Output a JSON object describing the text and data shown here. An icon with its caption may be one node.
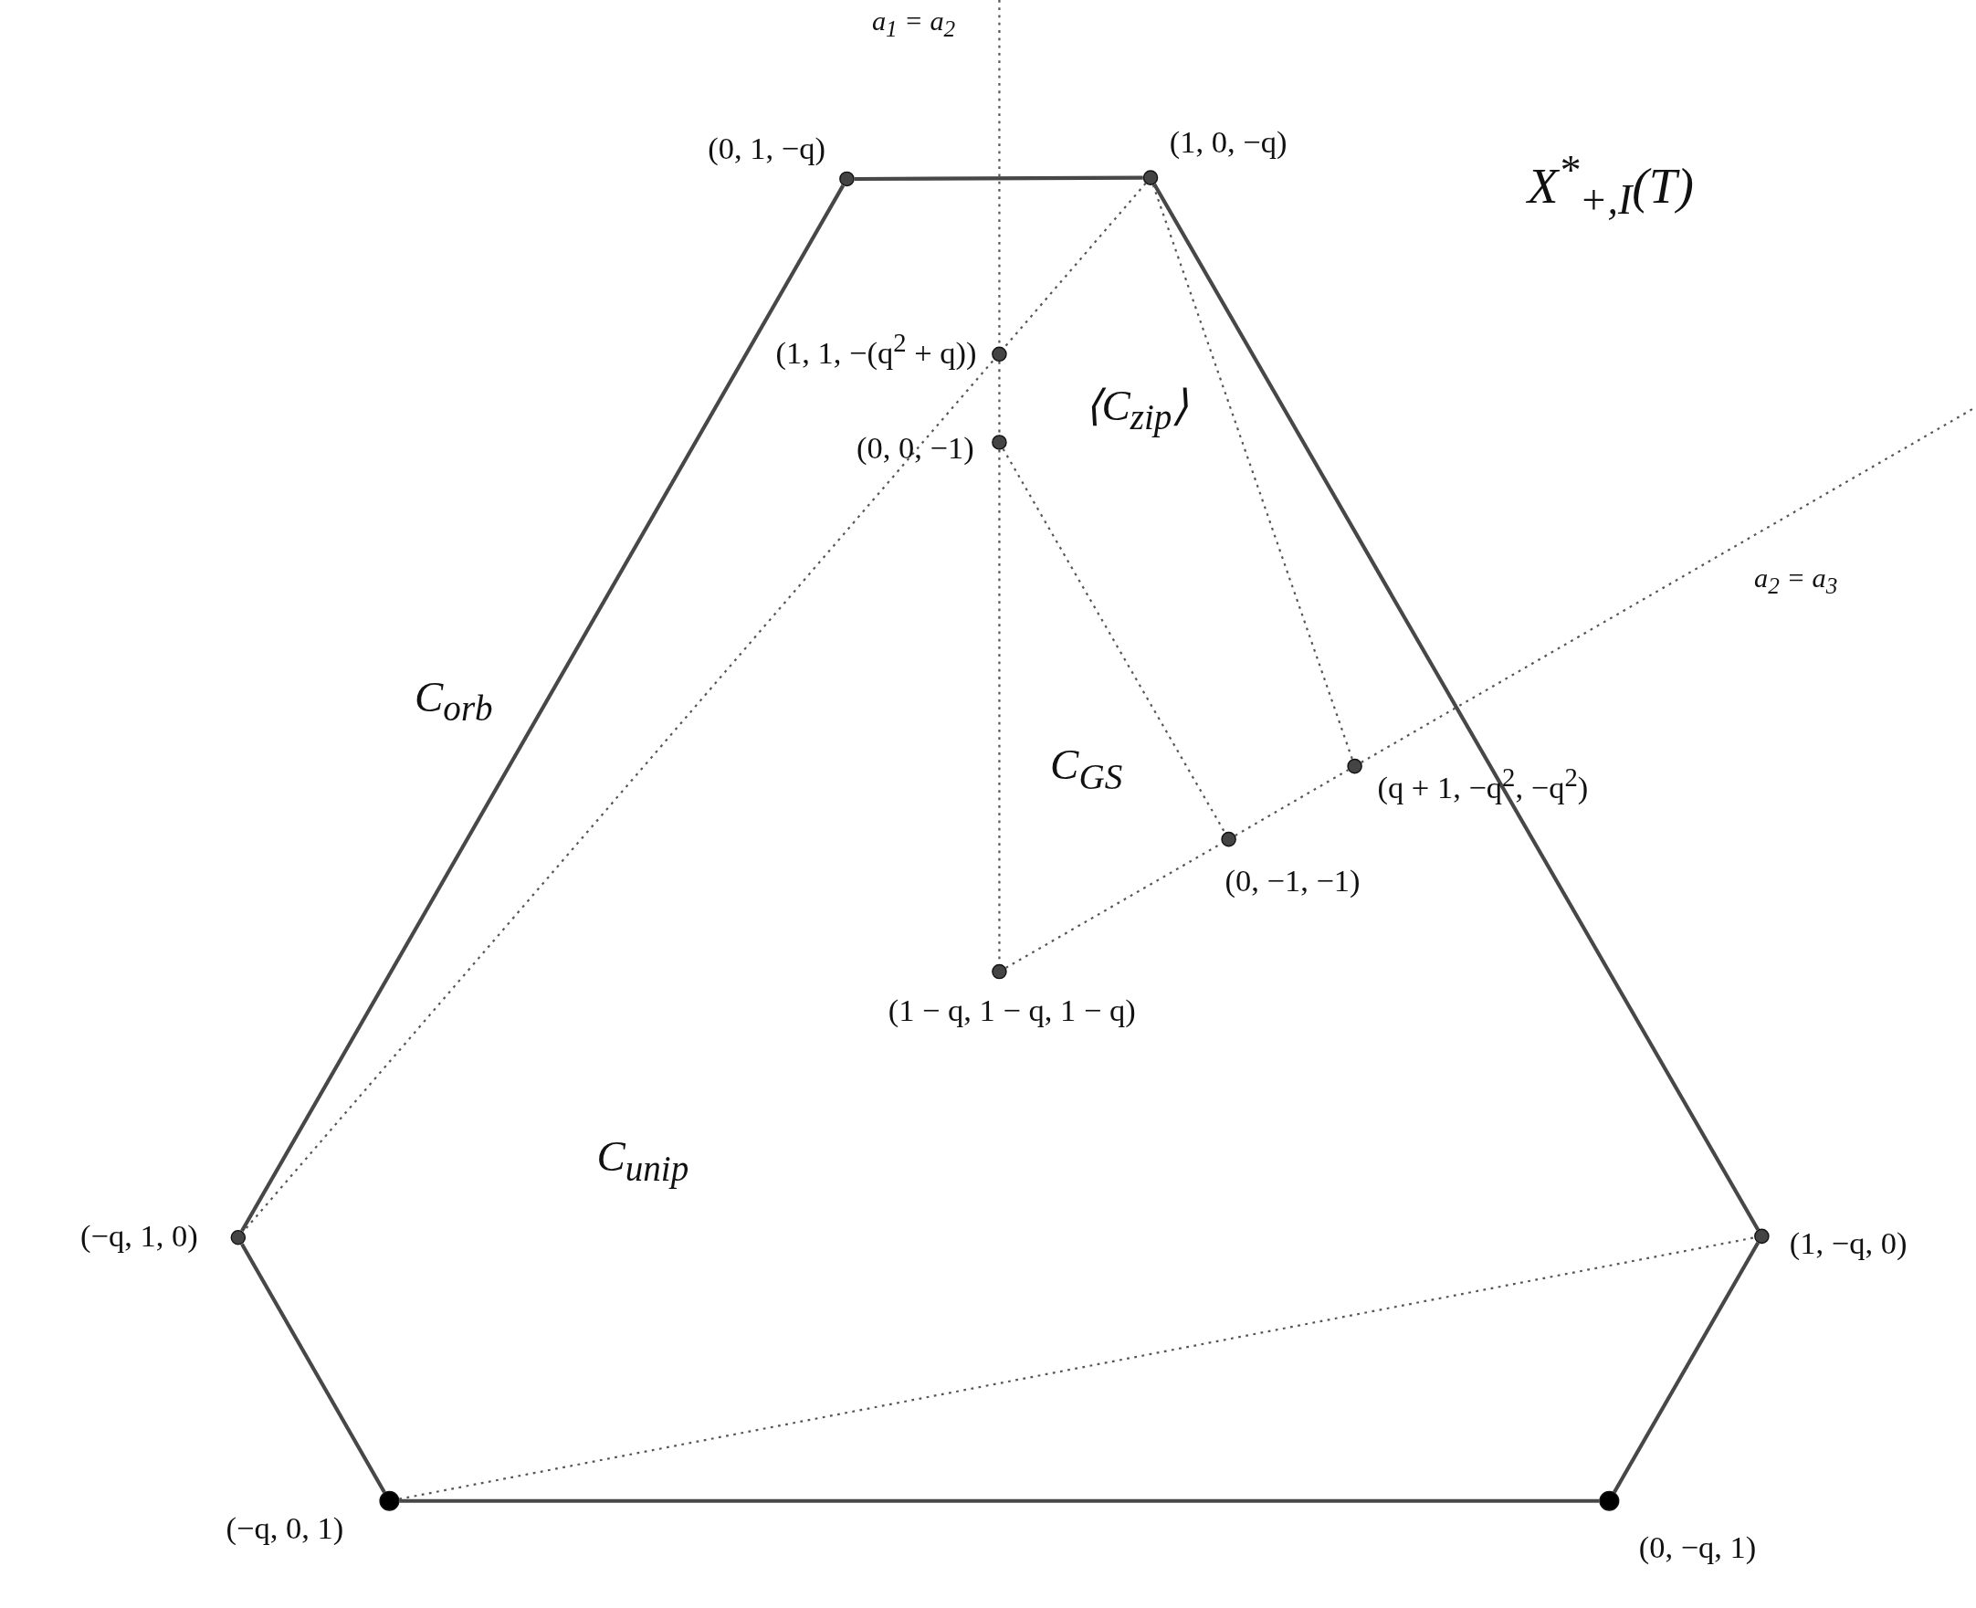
{
  "diagram": {
    "nodes": [
      {
        "text": [
          "(0, 1, −q)"
        ]
      },
      {
        "text": [
          "(1, 0, −q)"
        ]
      },
      {
        "text": [
          "(1, 1, −(q$^{2}$ + q))"
        ]
      },
      {
        "text": [
          "(0, 0, −1)"
        ]
      },
      {
        "text": [
          "(q + 1, −q$^{2}$, −q$^{2}$)"
        ]
      },
      {
        "text": [
          "(0, −1, −1)"
        ]
      },
      {
        "text": [
          "(1 − q, 1 − q, 1 − q)"
        ]
      },
      {
        "text": [
          "(−q, 1, 0)"
        ]
      },
      {
        "text": [
          "(1, −q, 0)"
        ]
      },
      {
        "text": [
          "(−q, 0, 1)"
        ]
      },
      {
        "text": [
          "(0, −q, 1)"
        ]
      }
    ],
    "edges": [
      {
        "from": 0,
        "to": 1,
        "arrow": "none"
      },
      {
        "from": 1,
        "to": 8,
        "arrow": "none"
      },
      {
        "from": 8,
        "to": 10,
        "arrow": "none"
      },
      {
        "from": 10,
        "to": 9,
        "arrow": "none"
      },
      {
        "from": 9,
        "to": 7,
        "arrow": "none"
      },
      {
        "from": 7,
        "to": 0,
        "arrow": "none"
      },
      {
        "from": 1,
        "to": 7,
        "arrow": "none",
        "style": "dashed"
      },
      {
        "from": 1,
        "to": 4,
        "arrow": "none",
        "style": "dashed"
      },
      {
        "from": 3,
        "to": 5,
        "arrow": "none",
        "style": "dashed"
      },
      {
        "from": 9,
        "to": 8,
        "arrow": "none",
        "style": "dashed"
      },
      {
        "from": null,
        "to": 2,
        "arrow": "none",
        "style": "dashed"
      },
      {
        "from": 2,
        "to": 3,
        "arrow": "none",
        "style": "dashed"
      },
      {
        "from": 3,
        "to": 6,
        "arrow": "none",
        "style": "dashed"
      },
      {
        "from": 6,
        "to": 5,
        "arrow": "none",
        "style": "dashed"
      },
      {
        "from": 5,
        "to": 4,
        "arrow": "none",
        "style": "dashed"
      },
      {
        "from": 4,
        "to": null,
        "arrow": "none",
        "style": "dashed"
      }
    ],
    "labels": [
      "a$_{1}$ = a$_{2}$",
      "X$^{*}$$_{+,I}$(T)",
      "⟨C$_{zip}$⟩",
      "a$_{2}$ = a$_{3}$",
      "C$_{orb}$",
      "C$_{GS}$",
      "C$_{unip}$"
    ]
  }
}
